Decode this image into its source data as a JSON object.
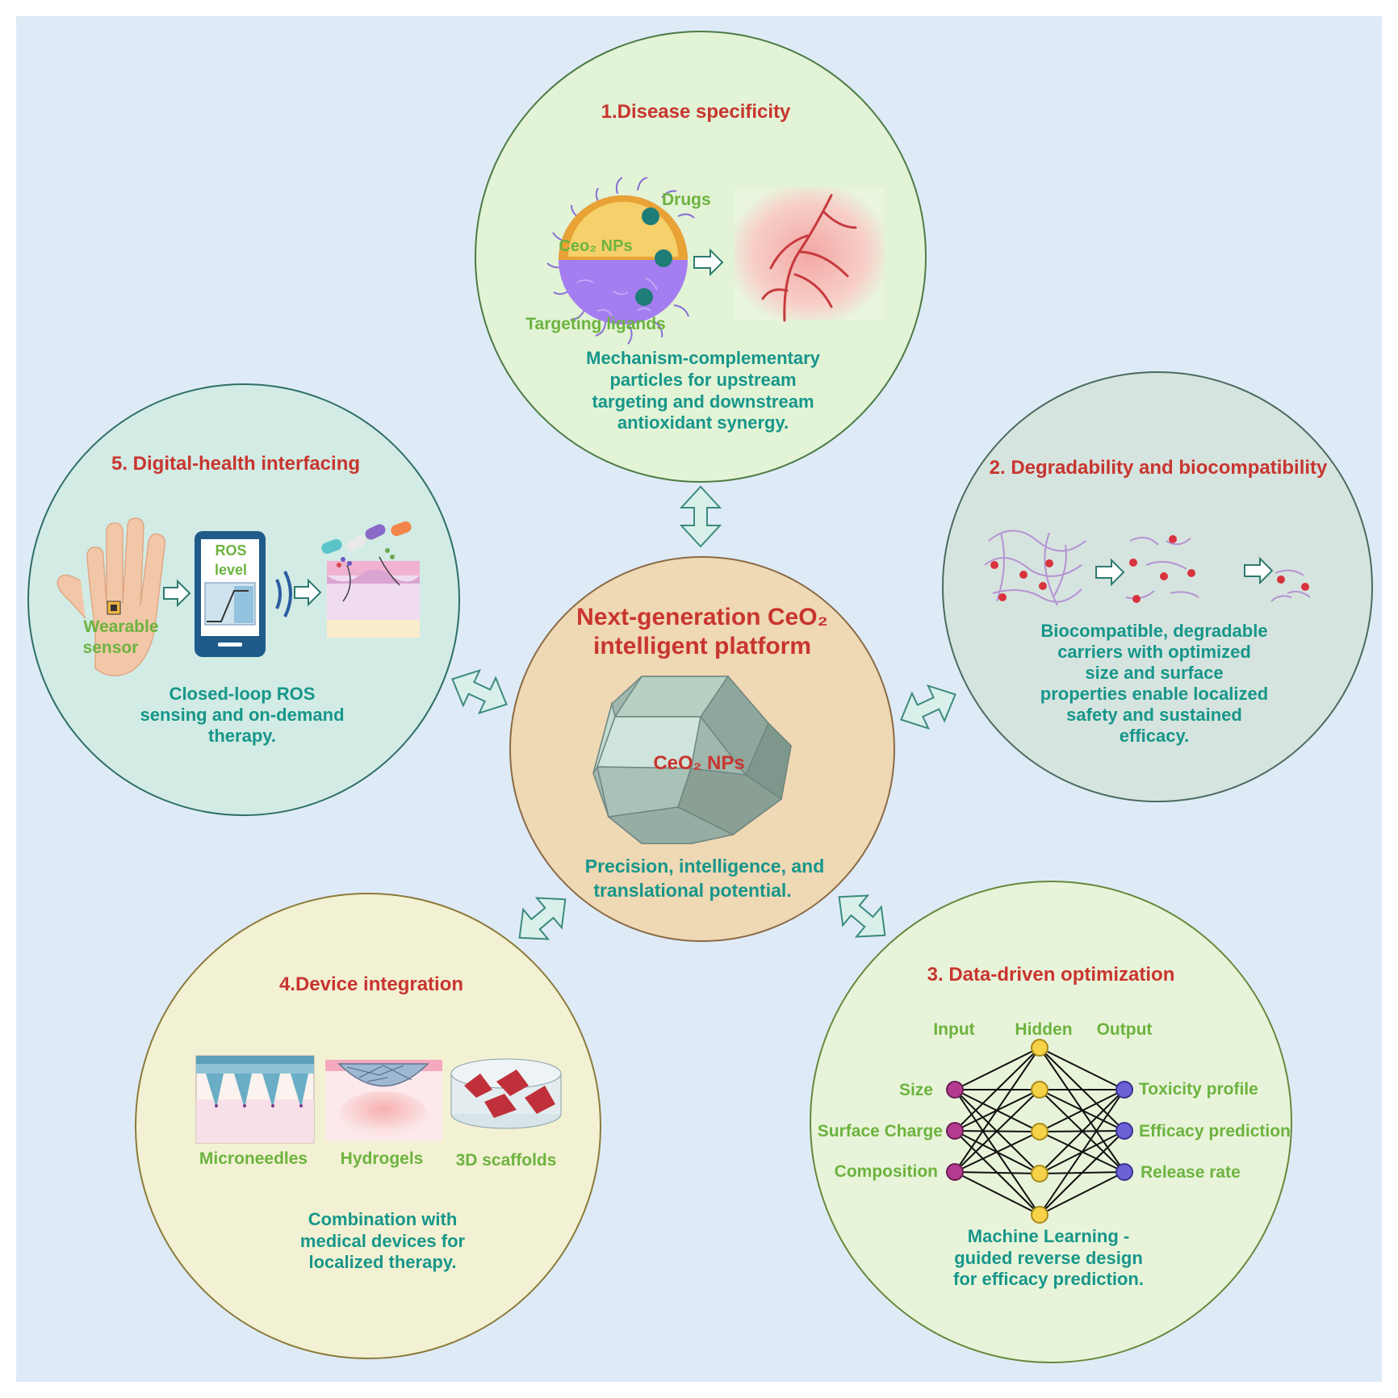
{
  "center": {
    "title_line1": "Next-generation CeO₂",
    "title_line2": "intelligent platform",
    "particle_label": "CeO₂ NPs",
    "desc_line1": "Precision, intelligence, and",
    "desc_line2": "translational potential."
  },
  "panel1": {
    "title": "1.Disease specificity",
    "label_drugs": "Drugs",
    "label_np": "Ceo₂ NPs",
    "label_ligands": "Targeting ligands",
    "desc": [
      "Mechanism-complementary",
      "particles for upstream",
      "targeting and downstream",
      "antioxidant synergy."
    ]
  },
  "panel2": {
    "title": "2. Degradability and biocompatibility",
    "desc": [
      "Biocompatible, degradable",
      "carriers with optimized",
      "size and surface",
      "properties enable localized",
      "safety and sustained",
      "efficacy."
    ]
  },
  "panel3": {
    "title": "3. Data-driven optimization",
    "col_input": "Input",
    "col_hidden": "Hidden",
    "col_output": "Output",
    "inputs": [
      "Size",
      "Surface Charge",
      "Composition"
    ],
    "outputs": [
      "Toxicity profile",
      "Efficacy prediction",
      "Release rate"
    ],
    "desc": [
      "Machine Learning -",
      "guided reverse design",
      "for efficacy prediction."
    ]
  },
  "panel4": {
    "title": "4.Device integration",
    "devices": [
      "Microneedles",
      "Hydrogels",
      "3D scaffolds"
    ],
    "desc": [
      "Combination with",
      "medical devices for",
      "localized therapy."
    ]
  },
  "panel5": {
    "title": "5. Digital-health interfacing",
    "screen_line1": "ROS",
    "screen_line2": "level",
    "sensor_line1": "Wearable",
    "sensor_line2": "sensor",
    "desc": [
      "Closed-loop ROS",
      "sensing and on-demand",
      "therapy."
    ]
  },
  "colors": {
    "background": "#deebf7",
    "title_red": "#c8352f",
    "desc_teal": "#17968a",
    "label_green": "#6cb33f",
    "panel1_fill": "#e2f3d6",
    "panel2_fill": "#d6e4df",
    "panel3_fill": "#e8f4d9",
    "panel4_fill": "#f3f1d3",
    "panel5_fill": "#d2ebe4",
    "center_fill": "#efd8b4"
  }
}
